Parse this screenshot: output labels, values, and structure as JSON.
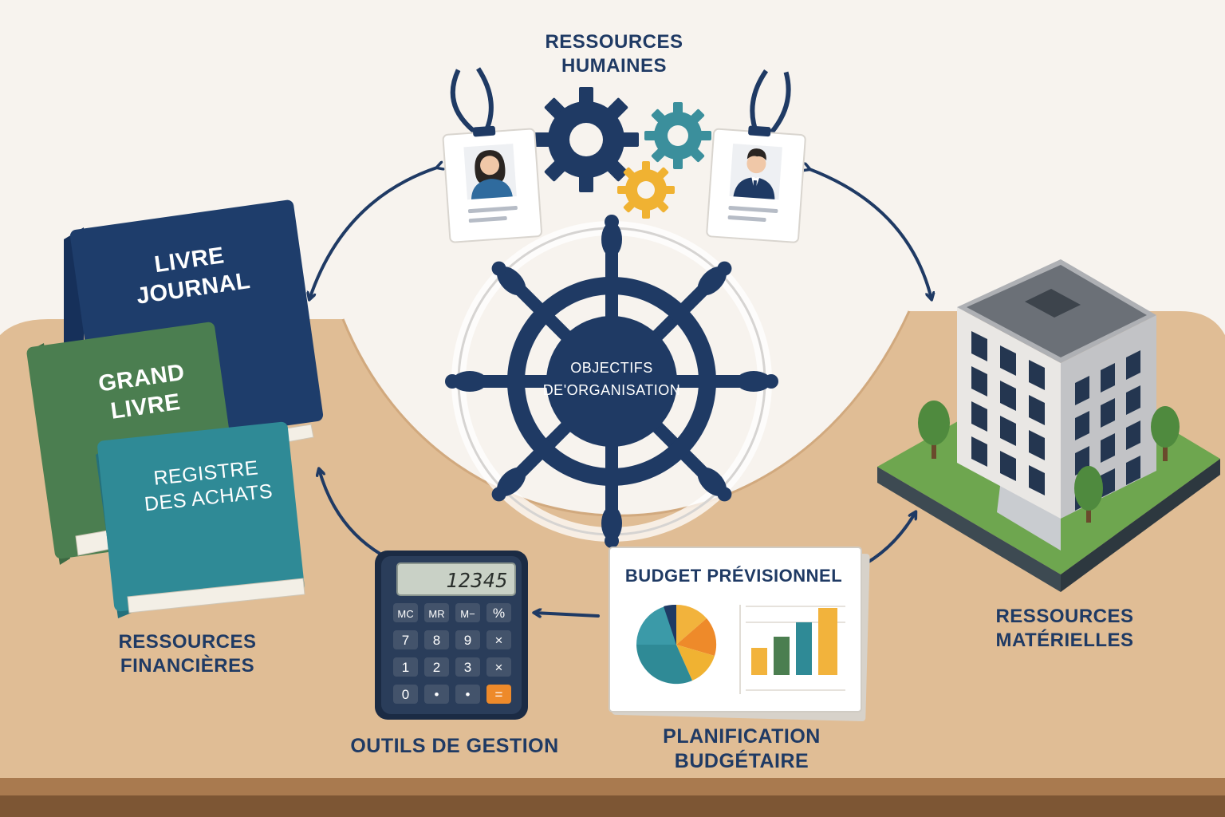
{
  "labels": {
    "ressources_humaines": [
      "RESSOURCES",
      "HUMAINES"
    ],
    "ressources_financieres": [
      "RESSOURCES",
      "FINANCIÈRES"
    ],
    "ressources_materielles": [
      "RESSOURCES",
      "MATÉRIELLES"
    ],
    "outils_de_gestion": "OUTILS DE GESTION",
    "planification_budgetaire": [
      "PLANIFICATION",
      "BUDGÉTAIRE"
    ]
  },
  "center": {
    "line1": "OBJECTIFS",
    "line2": "DE'ORGANISATION"
  },
  "books": {
    "livre_journal": [
      "LIVRE",
      "JOURNAL"
    ],
    "grand_livre": [
      "GRAND",
      "LIVRE"
    ],
    "registre_achats": [
      "REGISTRE",
      "DES ACHATS"
    ]
  },
  "calculator": {
    "display": "12345",
    "keys": [
      "MC",
      "MR",
      "M−",
      "%",
      "7",
      "8",
      "9",
      "×",
      "1",
      "2",
      "3",
      "×",
      "0",
      "•",
      "•",
      "="
    ]
  },
  "budget_doc": {
    "title": "BUDGET PRÉVISIONNEL"
  },
  "colors": {
    "navy": "#1f3a64",
    "teal": "#2f8a96",
    "green": "#4a7c4e",
    "orange": "#ee8a2a",
    "yellow": "#f2b33c",
    "desk": "#e0bd95"
  }
}
